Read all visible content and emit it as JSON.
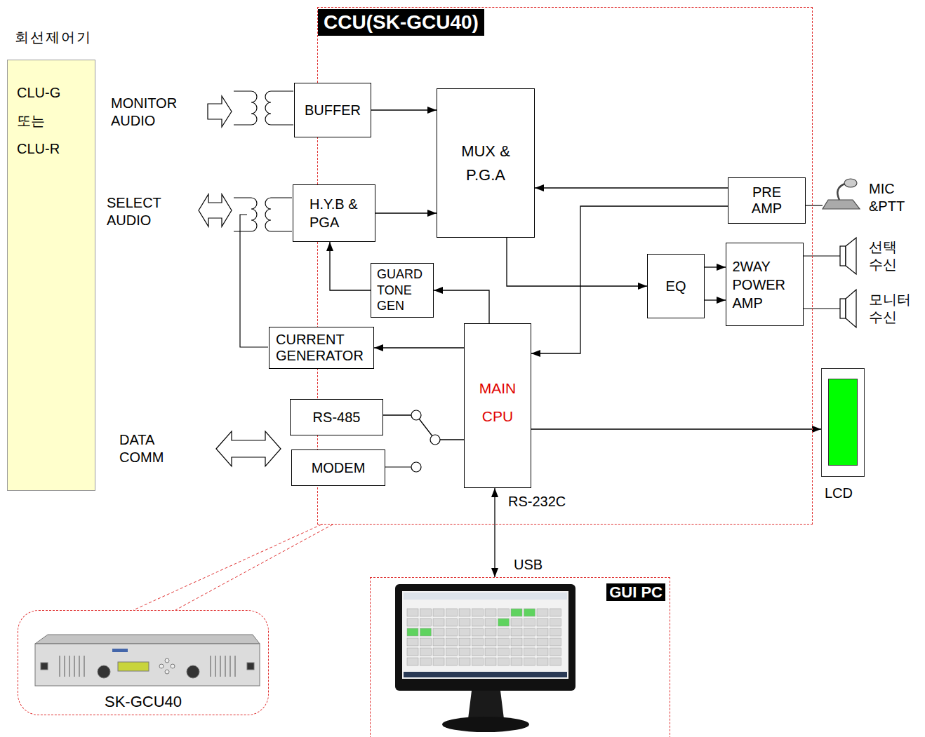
{
  "diagram": {
    "nodes": [
      {
        "text": [
          "회선제어기",
          "CLU-G 또는 CLU-R"
        ]
      },
      {
        "text": [
          "CCU(SK-GCU40)"
        ]
      },
      {
        "text": [
          "BUFFER"
        ],
        "in": 1
      },
      {
        "text": [
          "MUX & P.G.A"
        ],
        "in": 1
      },
      {
        "text": [
          "H.Y.B & PGA"
        ],
        "in": 1
      },
      {
        "text": [
          "GUARD TONE GEN"
        ],
        "in": 1
      },
      {
        "text": [
          "CURRENT GENERATOR"
        ],
        "in": 1
      },
      {
        "text": [
          "MAIN CPU"
        ],
        "in": 1
      },
      {
        "text": [
          "RS-485"
        ],
        "in": 1
      },
      {
        "text": [
          "MODEM"
        ],
        "in": 1
      },
      {
        "text": [
          "PRE AMP"
        ],
        "in": 1
      },
      {
        "text": [
          "EQ"
        ],
        "in": 1
      },
      {
        "text": [
          "2WAY POWER AMP"
        ],
        "in": 1
      },
      {
        "text": [
          "LCD"
        ]
      },
      {
        "text": [
          "GUI PC"
        ]
      },
      {
        "text": [
          "SK-GCU40"
        ]
      }
    ],
    "edges": [
      {
        "from": 2,
        "to": 3,
        "arrow": "to"
      },
      {
        "from": 4,
        "to": 3,
        "arrow": "to"
      },
      {
        "from": 10,
        "to": 3,
        "arrow": "to"
      },
      {
        "from": 10,
        "to": 7,
        "arrow": "to"
      },
      {
        "from": 3,
        "to": 11,
        "arrow": "to"
      },
      {
        "from": 11,
        "to": 12,
        "arrow": "to"
      },
      {
        "from": 11,
        "to": 12,
        "arrow": "to"
      },
      {
        "from": 7,
        "to": 5,
        "arrow": "to"
      },
      {
        "from": 5,
        "to": 4,
        "arrow": "to"
      },
      {
        "from": 7,
        "to": 6,
        "arrow": "to"
      },
      {
        "from": 7,
        "to": 13,
        "arrow": "to"
      },
      {
        "from": 8,
        "to": 7,
        "arrow": "none"
      },
      {
        "from": 7,
        "to": 14,
        "label": "RS-232C",
        "arrow": "both"
      },
      {
        "from": 1,
        "to": 15,
        "arrow": "none"
      },
      {
        "from": 1,
        "to": 15,
        "arrow": "none"
      }
    ],
    "labels": [
      "MONITOR AUDIO",
      "SELECT AUDIO",
      "DATA COMM",
      "MIC &PTT",
      "선택 수신",
      "모니터 수신",
      "USB"
    ]
  }
}
